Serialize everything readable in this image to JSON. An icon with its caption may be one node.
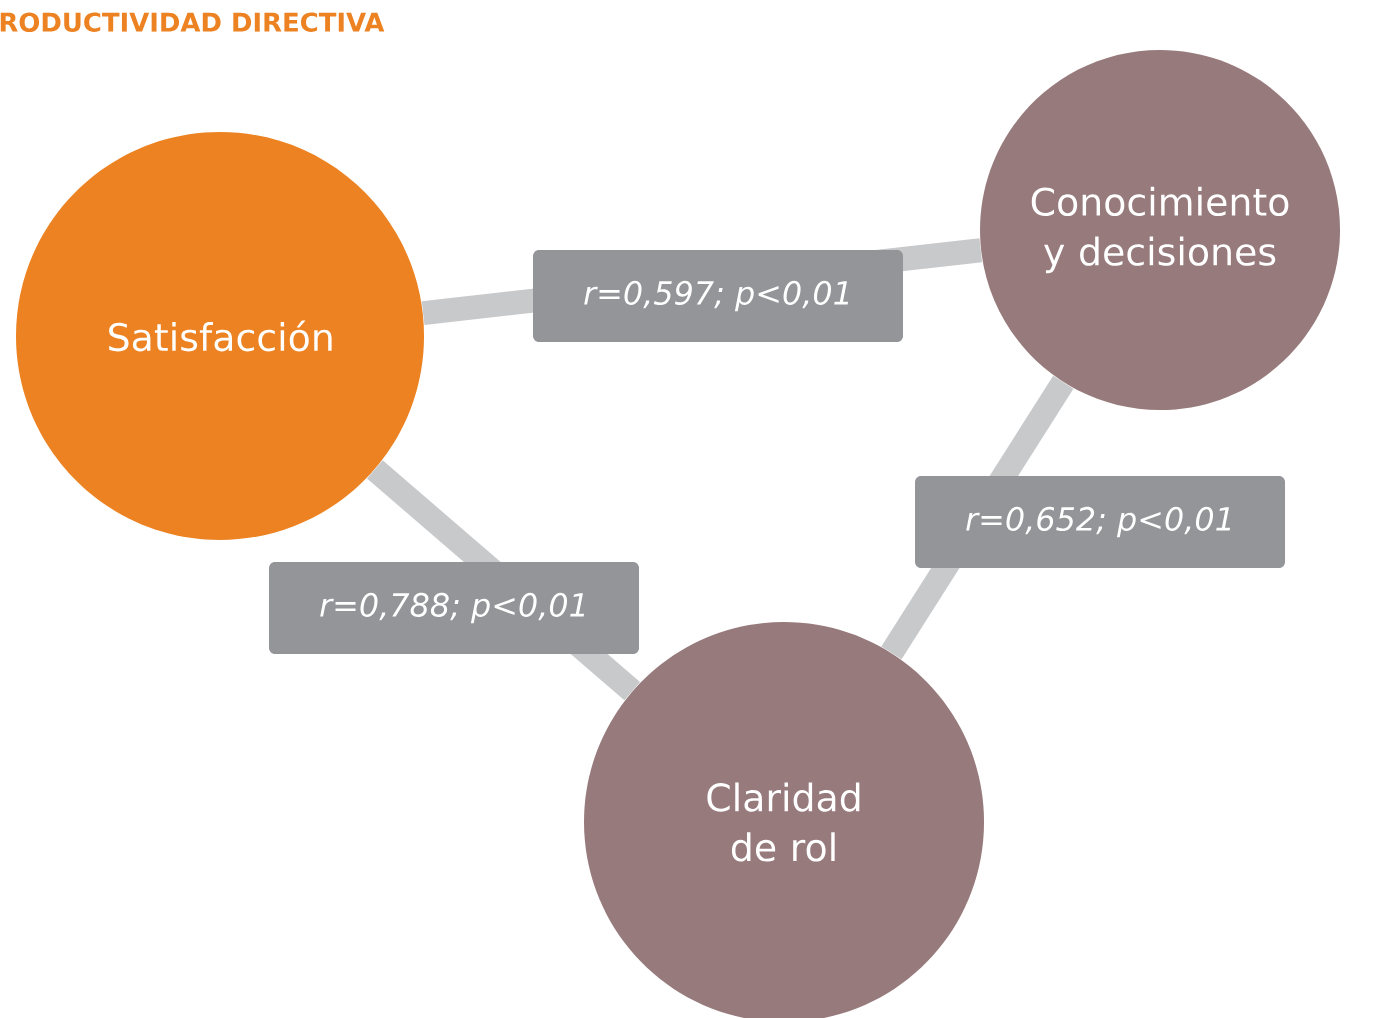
{
  "diagram": {
    "title": "RODUCTIVIDAD DIRECTIVA",
    "nodes": [
      {
        "text": [
          "Satisfacción"
        ]
      },
      {
        "text": [
          "Conocimiento y decisiones"
        ]
      },
      {
        "text": [
          "Claridad de rol"
        ]
      }
    ],
    "edges": [
      {
        "from": 0,
        "to": 1,
        "arrow": "none",
        "label": "r=0,597; p<0,01"
      },
      {
        "from": 1,
        "to": 2,
        "arrow": "none",
        "label": "r=0,652; p<0,01"
      },
      {
        "from": 0,
        "to": 2,
        "arrow": "none",
        "label": "r=0,788; p<0,01"
      }
    ]
  }
}
